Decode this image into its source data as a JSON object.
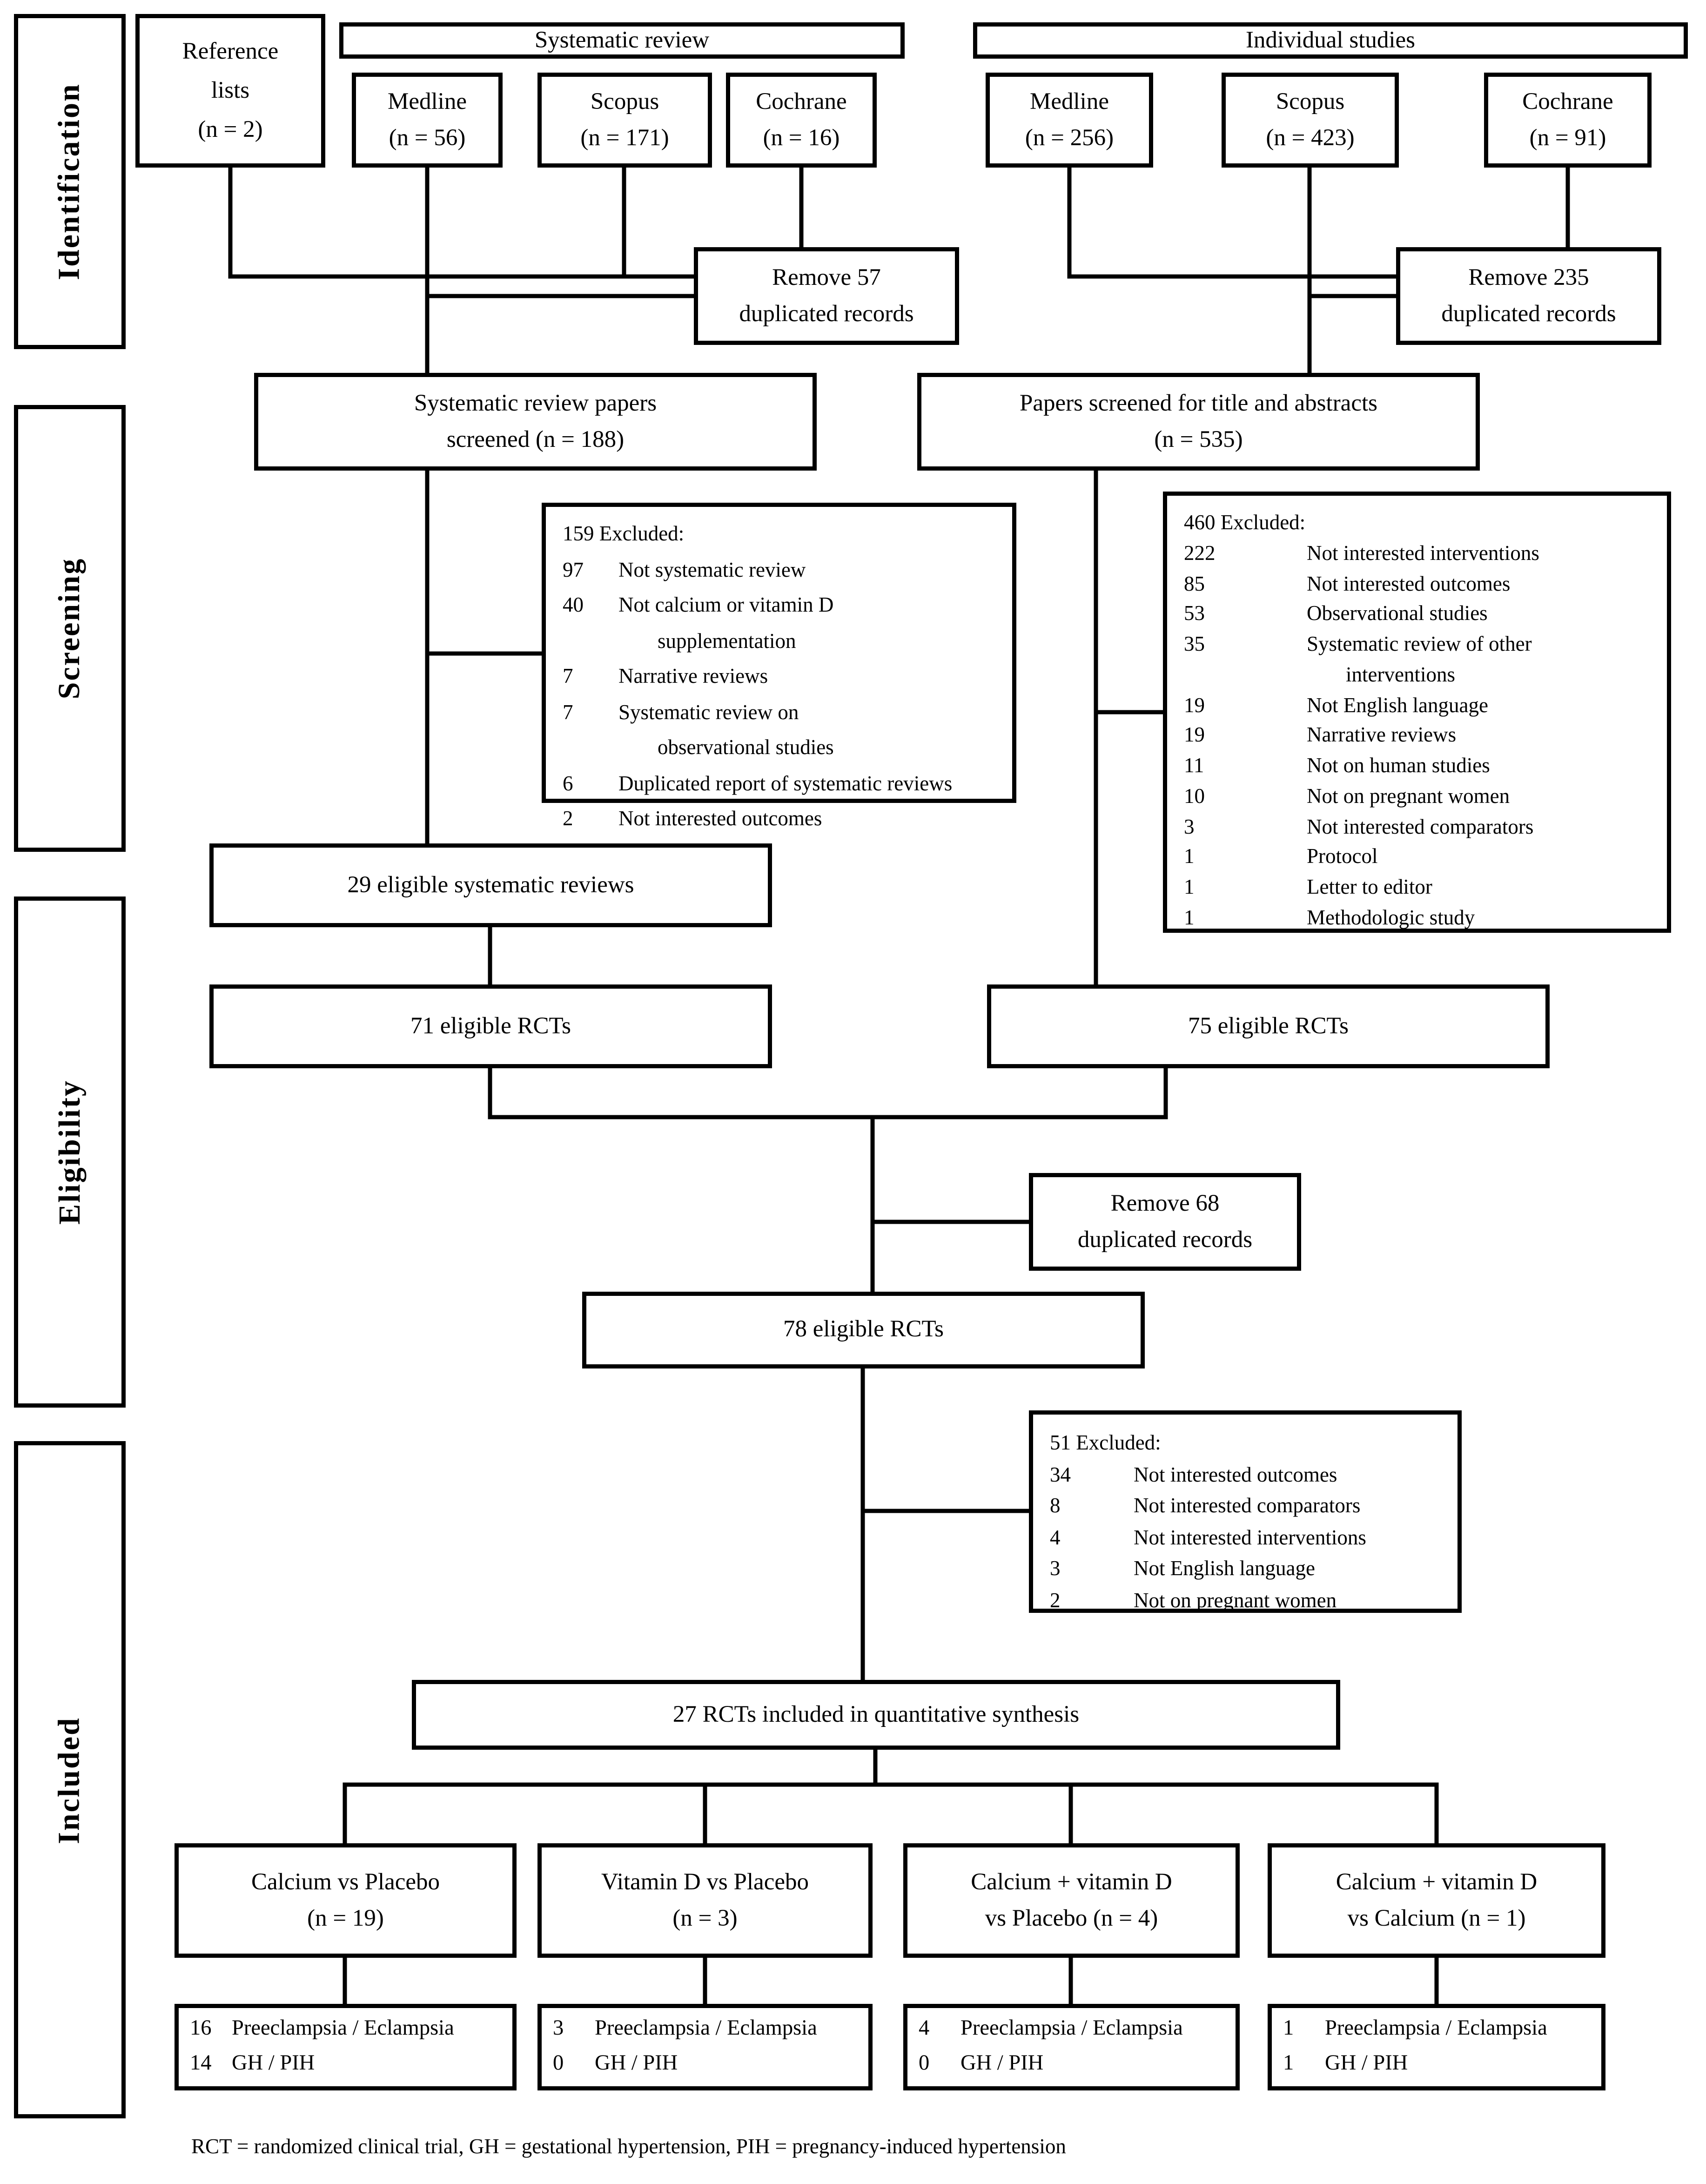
{
  "sidebar": {
    "stages": [
      {
        "label": "Identification"
      },
      {
        "label": "Screening"
      },
      {
        "label": "Eligibility"
      },
      {
        "label": "Included"
      }
    ]
  },
  "top": {
    "reference_lists": {
      "line1": "Reference",
      "line2": "lists",
      "line3": "(n = 2)"
    },
    "systematic_review": {
      "header": "Systematic review",
      "medline": {
        "name": "Medline",
        "count": "(n = 56)"
      },
      "scopus": {
        "name": "Scopus",
        "count": "(n = 171)"
      },
      "cochrane": {
        "name": "Cochrane",
        "count": "(n = 16)"
      }
    },
    "individual_studies": {
      "header": "Individual studies",
      "medline": {
        "name": "Medline",
        "count": "(n = 256)"
      },
      "scopus": {
        "name": "Scopus",
        "count": "(n = 423)"
      },
      "cochrane": {
        "name": "Cochrane",
        "count": "(n = 91)"
      }
    },
    "remove57": {
      "line1": "Remove 57",
      "line2": "duplicated records"
    },
    "remove235": {
      "line1": "Remove 235",
      "line2": "duplicated records"
    }
  },
  "screening": {
    "sr_screened": {
      "line1": "Systematic review papers",
      "line2": "screened (n = 188)"
    },
    "papers_screened": {
      "line1": "Papers screened for title and abstracts",
      "line2": "(n = 535)"
    },
    "excluded_left": {
      "header": "159 Excluded:",
      "items": [
        {
          "n": "97",
          "text": "Not systematic review"
        },
        {
          "n": "40",
          "text": "Not calcium or vitamin D",
          "text2": "supplementation"
        },
        {
          "n": "7",
          "text": "Narrative reviews"
        },
        {
          "n": "7",
          "text": "Systematic review on",
          "text2": "observational studies"
        },
        {
          "n": "6",
          "text": "Duplicated report of systematic reviews"
        },
        {
          "n": "2",
          "text": "Not interested outcomes"
        }
      ]
    },
    "excluded_right": {
      "header": "460 Excluded:",
      "items": [
        {
          "n": "222",
          "text": "Not interested interventions"
        },
        {
          "n": "85",
          "text": "Not interested outcomes"
        },
        {
          "n": "53",
          "text": "Observational studies"
        },
        {
          "n": "35",
          "text": "Systematic review of other",
          "text2": "interventions"
        },
        {
          "n": "19",
          "text": "Not English language"
        },
        {
          "n": "19",
          "text": "Narrative reviews"
        },
        {
          "n": "11",
          "text": "Not on human studies"
        },
        {
          "n": "10",
          "text": "Not on pregnant women"
        },
        {
          "n": "3",
          "text": "Not interested comparators"
        },
        {
          "n": "1",
          "text": "Protocol"
        },
        {
          "n": "1",
          "text": "Letter to editor"
        },
        {
          "n": "1",
          "text": "Methodologic study"
        }
      ]
    }
  },
  "eligibility": {
    "eligible_sr": "29 eligible systematic reviews",
    "rct71": "71 eligible RCTs",
    "rct75": "75 eligible RCTs",
    "remove68": {
      "line1": "Remove 68",
      "line2": "duplicated records"
    },
    "rct78": "78 eligible RCTs",
    "excluded": {
      "header": "51 Excluded:",
      "items": [
        {
          "n": "34",
          "text": "Not interested outcomes"
        },
        {
          "n": "8",
          "text": "Not interested comparators"
        },
        {
          "n": "4",
          "text": "Not interested interventions"
        },
        {
          "n": "3",
          "text": "Not English language"
        },
        {
          "n": "2",
          "text": "Not on pregnant women"
        }
      ]
    }
  },
  "included": {
    "synthesis": "27 RCTs included in quantitative synthesis",
    "groups": [
      {
        "line1": "Calcium vs Placebo",
        "line2": "(n = 19)",
        "outcomes": [
          {
            "n": "16",
            "text": "Preeclampsia / Eclampsia"
          },
          {
            "n": "14",
            "text": "GH / PIH"
          }
        ]
      },
      {
        "line1": "Vitamin D vs Placebo",
        "line2": "(n = 3)",
        "outcomes": [
          {
            "n": "3",
            "text": "Preeclampsia / Eclampsia"
          },
          {
            "n": "0",
            "text": "GH / PIH"
          }
        ]
      },
      {
        "line1": "Calcium + vitamin D",
        "line2": "vs Placebo (n = 4)",
        "outcomes": [
          {
            "n": "4",
            "text": "Preeclampsia / Eclampsia"
          },
          {
            "n": "0",
            "text": "GH / PIH"
          }
        ]
      },
      {
        "line1": "Calcium + vitamin D",
        "line2": "vs Calcium (n = 1)",
        "outcomes": [
          {
            "n": "1",
            "text": "Preeclampsia / Eclampsia"
          },
          {
            "n": "1",
            "text": "GH / PIH"
          }
        ]
      }
    ]
  },
  "footnote": "RCT = randomized clinical trial, GH = gestational hypertension, PIH = pregnancy-induced hypertension"
}
